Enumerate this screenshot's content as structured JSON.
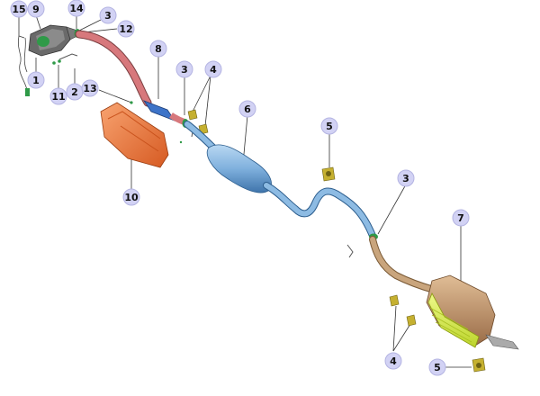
{
  "callouts": [
    {
      "id": "c15",
      "label": "15",
      "part": "wiring-harness"
    },
    {
      "id": "c9",
      "label": "9",
      "part": "catalytic-converter"
    },
    {
      "id": "c14",
      "label": "14",
      "part": "clamp"
    },
    {
      "id": "c3a",
      "label": "3",
      "part": "gasket"
    },
    {
      "id": "c12",
      "label": "12",
      "part": "flange"
    },
    {
      "id": "c8",
      "label": "8",
      "part": "front-pipe-resonator"
    },
    {
      "id": "c3b",
      "label": "3",
      "part": "gasket"
    },
    {
      "id": "c4a",
      "label": "4",
      "part": "rubber-mount"
    },
    {
      "id": "c6",
      "label": "6",
      "part": "middle-pipe"
    },
    {
      "id": "c1",
      "label": "1",
      "part": "oxygen-sensor"
    },
    {
      "id": "c11",
      "label": "11",
      "part": "bolt"
    },
    {
      "id": "c2",
      "label": "2",
      "part": "bracket"
    },
    {
      "id": "c13",
      "label": "13",
      "part": "screw"
    },
    {
      "id": "c5a",
      "label": "5",
      "part": "rubber-hanger"
    },
    {
      "id": "c10",
      "label": "10",
      "part": "heat-shield"
    },
    {
      "id": "c3c",
      "label": "3",
      "part": "gasket"
    },
    {
      "id": "c7",
      "label": "7",
      "part": "rear-muffler"
    },
    {
      "id": "c4b",
      "label": "4",
      "part": "rubber-mount"
    },
    {
      "id": "c5b",
      "label": "5",
      "part": "rubber-hanger"
    }
  ],
  "colors": {
    "callout_fill": "#d2d2f4",
    "callout_stroke": "#b4b4e2",
    "front_pipe": "#d7787c",
    "resonator": "#3d73c8",
    "middle_pipe": "#7fb0dd",
    "rear_pipe": "#c9a57d",
    "muffler": "#c69a72",
    "muffler_shield": "#d8ee40",
    "heat_shield": "#f07a3e",
    "catalyst": "#5e5e5e",
    "gasket": "#2f9a48",
    "hanger": "#c5b030"
  }
}
